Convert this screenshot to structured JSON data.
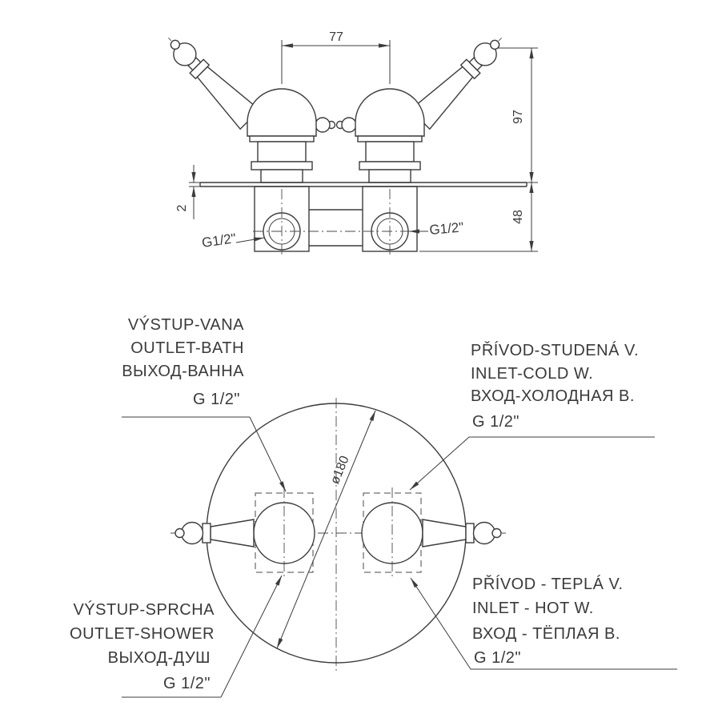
{
  "colors": {
    "ink": "#3c3c3c",
    "background": "#ffffff"
  },
  "dims": {
    "handle_spacing": "77",
    "total_height": "97",
    "body_depth": "48",
    "plate_thickness": "2",
    "plate_diameter": "ø180",
    "thread_left": "G1/2\"",
    "thread_right": "G1/2\""
  },
  "labels": {
    "outlet_bath": {
      "cs": "VÝSTUP-VANA",
      "en": "OUTLET-BATH",
      "ru": "ВЫХОД-ВАННА",
      "size": "G 1/2\""
    },
    "inlet_cold": {
      "cs": "PŘÍVOD-STUDENÁ V.",
      "en": "INLET-COLD W.",
      "ru": "ВХОД-ХОЛОДНАЯ В.",
      "size": "G 1/2\""
    },
    "outlet_shower": {
      "cs": "VÝSTUP-SPRCHA",
      "en": "OUTLET-SHOWER",
      "ru": "ВЫХОД-ДУШ",
      "size": "G 1/2\""
    },
    "inlet_hot": {
      "cs": "PŘÍVOD - TEPLÁ V.",
      "en": "INLET - HOT W.",
      "ru": "ВХОД - ТЁПЛАЯ В.",
      "size": "G 1/2\""
    }
  }
}
